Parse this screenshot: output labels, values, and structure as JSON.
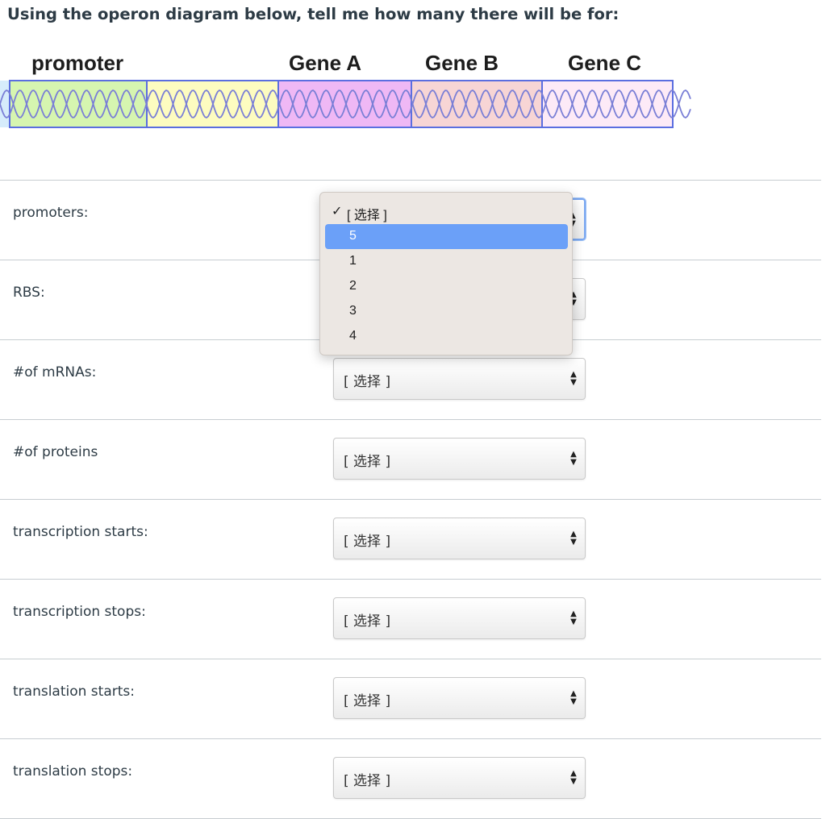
{
  "question": {
    "prompt": "Using the operon diagram below, tell me how many there will be for:"
  },
  "diagram": {
    "labels": {
      "promoter": "promoter",
      "gene_a": "Gene A",
      "gene_b": "Gene B",
      "gene_c": "Gene C"
    },
    "segment_colors": {
      "promoter": "#d6f5b0",
      "spacer": "#fdfcc0",
      "gene_a": "#efb8f5",
      "gene_b": "#f7d5d5",
      "gene_c": "#fdeaf7",
      "border": "#5b6ee0",
      "helix": "#7a7fd6"
    }
  },
  "rows": [
    {
      "label": "promoters:",
      "selected": "[ 选择 ]"
    },
    {
      "label": "RBS:",
      "selected": "[ 选择 ]"
    },
    {
      "label": "#of mRNAs:",
      "selected": "[ 选择 ]"
    },
    {
      "label": "#of proteins",
      "selected": "[ 选择 ]"
    },
    {
      "label": "transcription starts:",
      "selected": "[ 选择 ]"
    },
    {
      "label": "transcription stops:",
      "selected": "[ 选择 ]"
    },
    {
      "label": "translation starts:",
      "selected": "[ 选择 ]"
    },
    {
      "label": "translation stops:",
      "selected": "[ 选择 ]"
    }
  ],
  "dropdown": {
    "options": [
      "[ 选择 ]",
      "5",
      "1",
      "2",
      "3",
      "4"
    ],
    "checked_option": "[ 选择 ]",
    "highlighted_option": "5",
    "check_glyph": "✓"
  },
  "icons": {
    "select_arrows": "select-arrows-icon"
  }
}
